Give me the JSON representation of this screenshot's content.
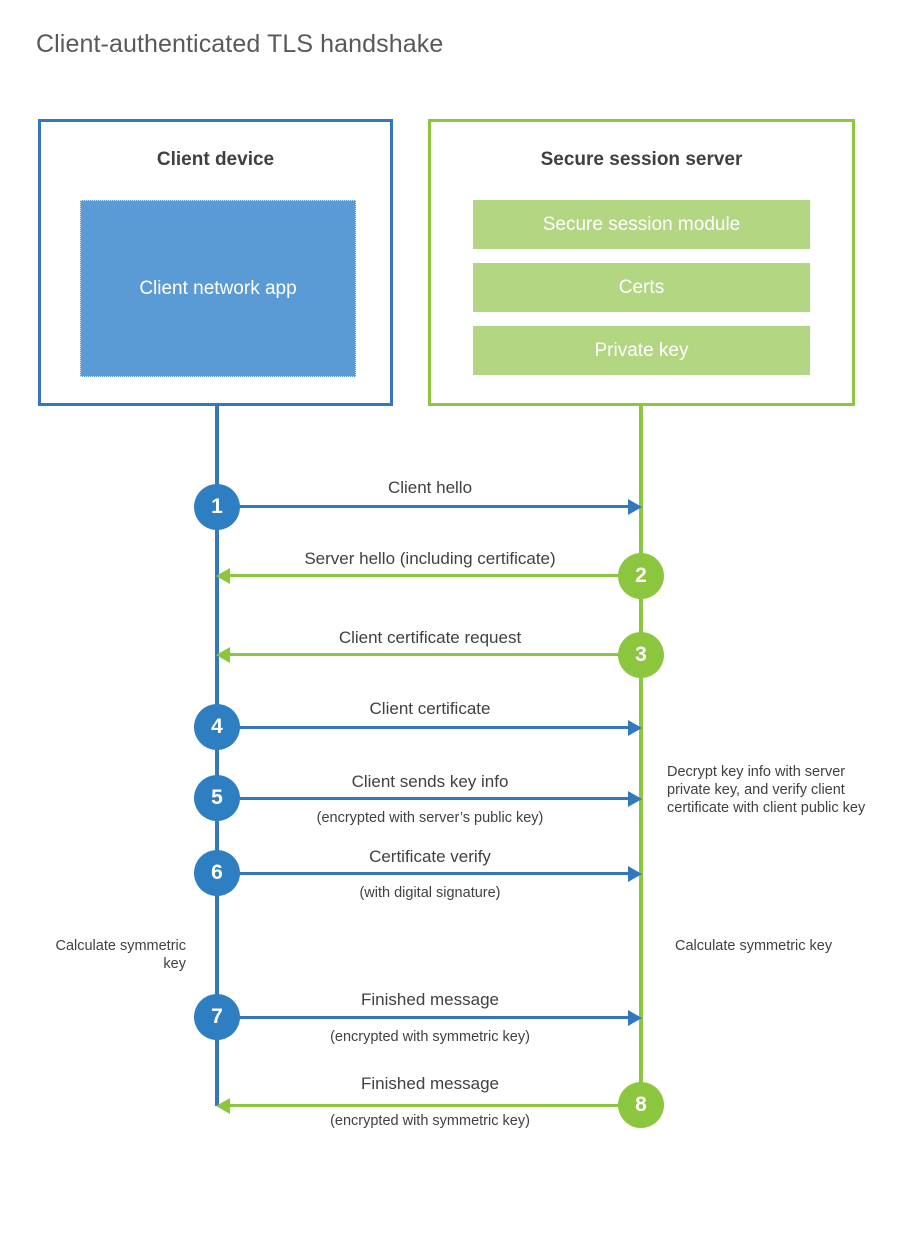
{
  "title": "Client-authenticated TLS handshake",
  "colors": {
    "client_blue": "#3377bc",
    "client_circle_blue": "#2e7fc1",
    "client_app_fill": "#5b9bd5",
    "server_green": "#8cc63f",
    "server_block_fill": "#b3d683",
    "text": "#414042",
    "title_text": "#58595b"
  },
  "entities": {
    "client": {
      "title": "Client device",
      "app_label": "Client network app"
    },
    "server": {
      "title": "Secure session server",
      "blocks": [
        {
          "label": "Secure session module"
        },
        {
          "label": "Certs"
        },
        {
          "label": "Private key"
        }
      ]
    }
  },
  "messages": [
    {
      "number": "1",
      "label": "Client hello",
      "sublabel": "",
      "direction": "client-to-server",
      "color": "blue"
    },
    {
      "number": "2",
      "label": "Server hello (including certificate)",
      "sublabel": "",
      "direction": "server-to-client",
      "color": "green"
    },
    {
      "number": "3",
      "label": "Client certificate request",
      "sublabel": "",
      "direction": "server-to-client",
      "color": "green"
    },
    {
      "number": "4",
      "label": "Client certificate",
      "sublabel": "",
      "direction": "client-to-server",
      "color": "blue"
    },
    {
      "number": "5",
      "label": "Client sends key info",
      "sublabel": "(encrypted with server’s public key)",
      "direction": "client-to-server",
      "color": "blue"
    },
    {
      "number": "6",
      "label": "Certificate verify",
      "sublabel": "(with digital signature)",
      "direction": "client-to-server",
      "color": "blue"
    },
    {
      "number": "7",
      "label": "Finished message",
      "sublabel": "(encrypted with symmetric key)",
      "direction": "client-to-server",
      "color": "blue"
    },
    {
      "number": "8",
      "label": "Finished message",
      "sublabel": "(encrypted with symmetric key)",
      "direction": "server-to-client",
      "color": "green"
    }
  ],
  "annotations": {
    "decrypt_note": "Decrypt key info with server private key, and verify client certificate with client public key",
    "client_calculate": "Calculate symmetric key",
    "server_calculate": "Calculate symmetric key"
  }
}
